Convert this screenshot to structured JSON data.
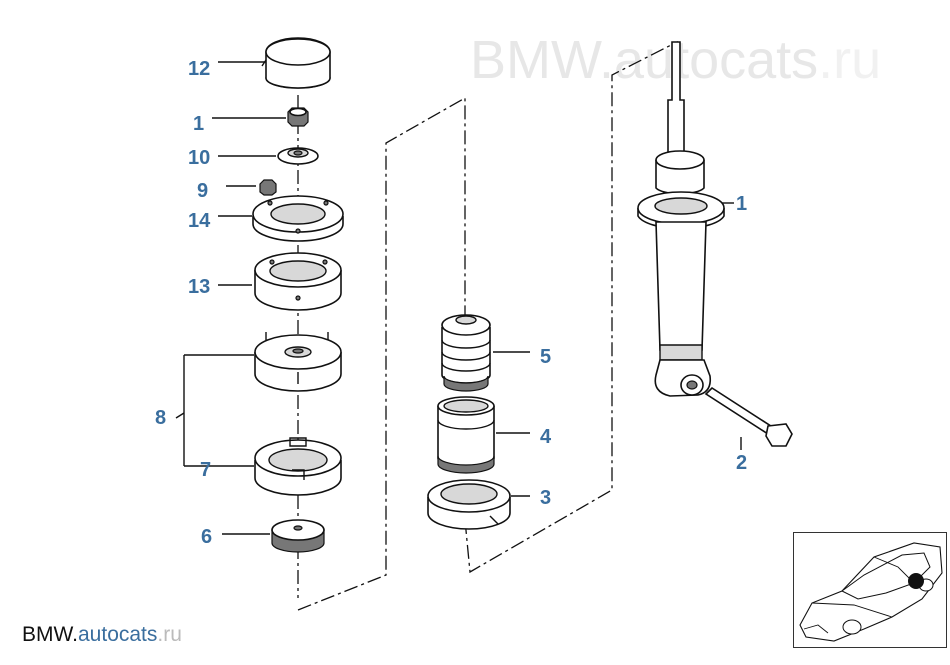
{
  "watermark": {
    "large": [
      "BMW.",
      "autocats",
      ".ru"
    ],
    "small": [
      "BMW.",
      "autocats",
      ".ru"
    ]
  },
  "callouts": [
    {
      "id": "12",
      "label": "12"
    },
    {
      "id": "11",
      "label": "1"
    },
    {
      "id": "10",
      "label": "10"
    },
    {
      "id": "9",
      "label": "9"
    },
    {
      "id": "14",
      "label": "14"
    },
    {
      "id": "13",
      "label": "13"
    },
    {
      "id": "8",
      "label": "8"
    },
    {
      "id": "7",
      "label": "7"
    },
    {
      "id": "6",
      "label": "6"
    },
    {
      "id": "5",
      "label": "5"
    },
    {
      "id": "4",
      "label": "4"
    },
    {
      "id": "3",
      "label": "3"
    },
    {
      "id": "1",
      "label": "1"
    },
    {
      "id": "2",
      "label": "2"
    }
  ],
  "colors": {
    "callout": "#3a6e9e",
    "ink": "#111111",
    "watermark_light": "#e7e7e7"
  },
  "thumbnail": {
    "icon": "car-location-icon"
  }
}
